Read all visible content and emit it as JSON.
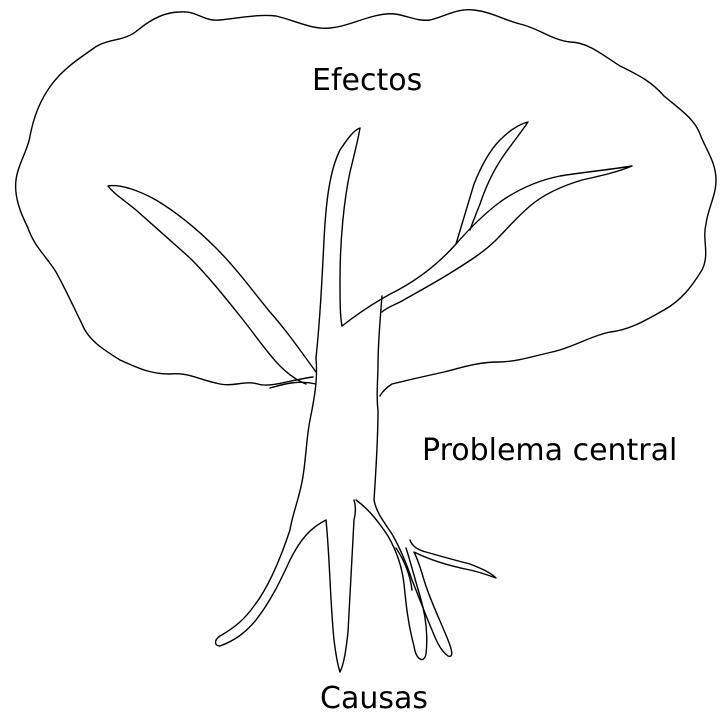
{
  "labels": {
    "effects": "Efectos",
    "central_problem": "Problema central",
    "causes": "Causas"
  },
  "colors": {
    "background": "#ffffff",
    "line": "#000000"
  },
  "parts": [
    "canopy",
    "trunk",
    "branches",
    "roots"
  ]
}
